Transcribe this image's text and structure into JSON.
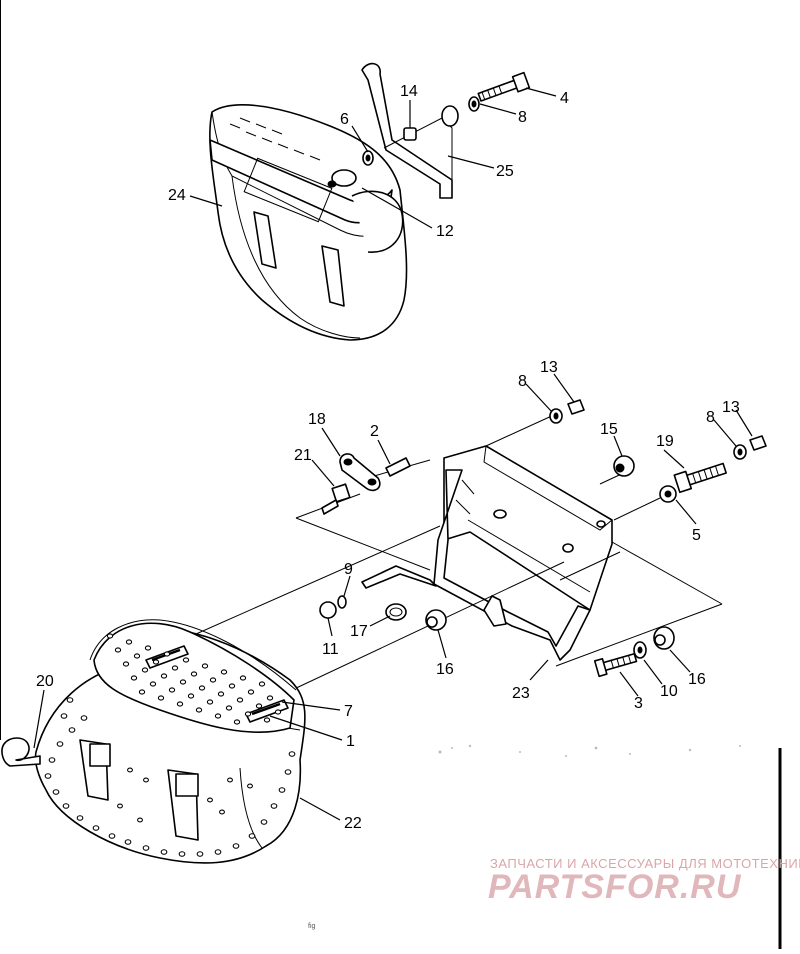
{
  "diagram": {
    "callouts": [
      {
        "id": "c4",
        "text": "4"
      },
      {
        "id": "c14",
        "text": "14"
      },
      {
        "id": "c8a",
        "text": "8"
      },
      {
        "id": "c6",
        "text": "6"
      },
      {
        "id": "c25",
        "text": "25"
      },
      {
        "id": "c24",
        "text": "24"
      },
      {
        "id": "c12",
        "text": "12"
      },
      {
        "id": "c13a",
        "text": "13"
      },
      {
        "id": "c8b",
        "text": "8"
      },
      {
        "id": "c18",
        "text": "18"
      },
      {
        "id": "c2",
        "text": "2"
      },
      {
        "id": "c15",
        "text": "15"
      },
      {
        "id": "c19",
        "text": "19"
      },
      {
        "id": "c8c",
        "text": "8"
      },
      {
        "id": "c13b",
        "text": "13"
      },
      {
        "id": "c21",
        "text": "21"
      },
      {
        "id": "c5",
        "text": "5"
      },
      {
        "id": "c9",
        "text": "9"
      },
      {
        "id": "c17",
        "text": "17"
      },
      {
        "id": "c11",
        "text": "11"
      },
      {
        "id": "c16a",
        "text": "16"
      },
      {
        "id": "c23",
        "text": "23"
      },
      {
        "id": "c16b",
        "text": "16"
      },
      {
        "id": "c3",
        "text": "3"
      },
      {
        "id": "c10",
        "text": "10"
      },
      {
        "id": "c20",
        "text": "20"
      },
      {
        "id": "c7",
        "text": "7"
      },
      {
        "id": "c1",
        "text": "1"
      },
      {
        "id": "c22",
        "text": "22"
      }
    ],
    "figure_code": "fig"
  },
  "watermark": {
    "subtitle": "ЗАПЧАСТИ И АКСЕССУАРЫ ДЛЯ МОТОТЕХНИКИ",
    "brand": "PARTSFOR.RU",
    "color": "#e0b7bb"
  }
}
